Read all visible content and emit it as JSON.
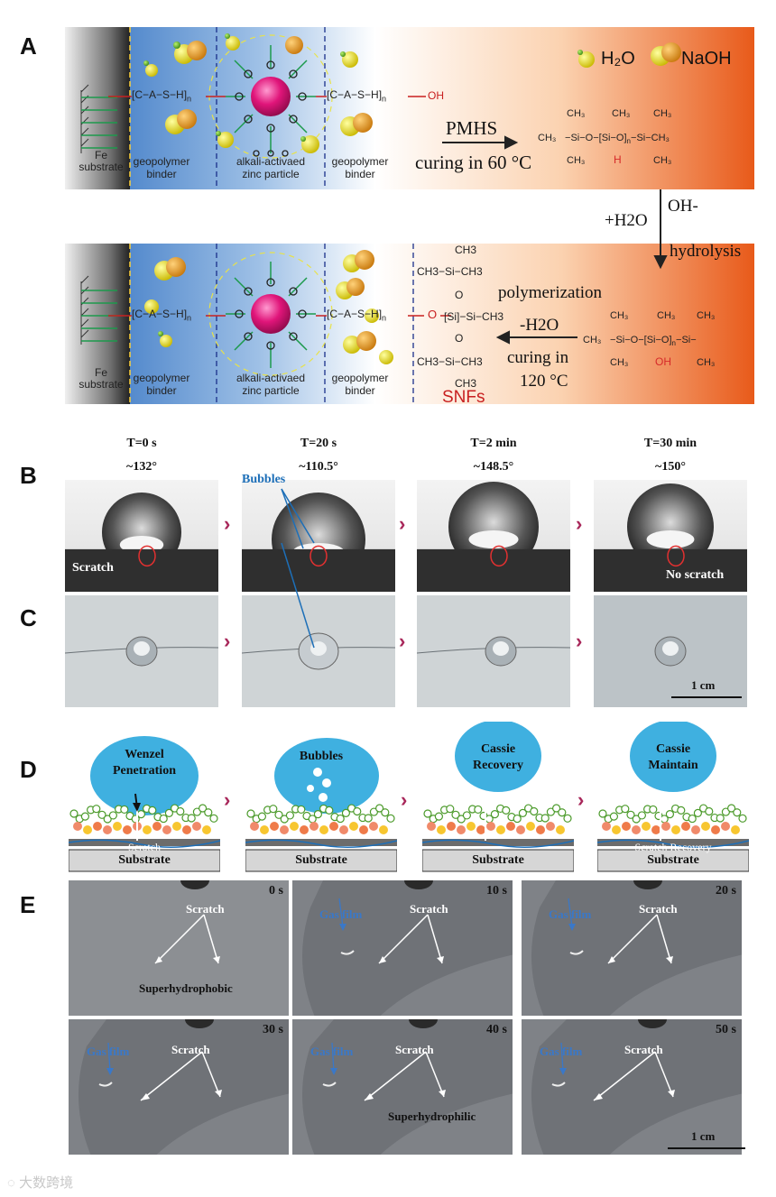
{
  "panels": {
    "a": "A",
    "b": "B",
    "c": "C",
    "d": "D",
    "e": "E"
  },
  "a_top": {
    "legend_water": "H₂O",
    "legend_naoh": "NaOH",
    "fe": "Fe",
    "substrate": "substrate",
    "geo": "geopolymer",
    "binder": "binder",
    "alkali": "alkali-activaed",
    "zinc": "zinc particle",
    "chain": "[C−A−S−H]",
    "n": "n",
    "oh": "OH",
    "pmhs": "PMHS",
    "curing60": "curing in 60 °C",
    "ch3": "CH₃",
    "si": "Si",
    "o": "O",
    "h": "H"
  },
  "a_mid": {
    "h2o": "+H2O",
    "ohm": "OH-",
    "hydrolysis": "hydrolysis"
  },
  "a_bottom": {
    "polymerization": "polymerization",
    "mh2o": "-H2O",
    "curing120a": "curing in",
    "curing120b": "120 °C",
    "snfs": "SNFs",
    "ch3": "CH3",
    "ch3si": "CH3−Si−CH3",
    "si_ch3": "−Si−CH3",
    "si": "Si",
    "oh_red": "OH",
    "o": "O"
  },
  "b": {
    "frames": [
      {
        "time": "T=0 s",
        "angle": "~132°"
      },
      {
        "time": "T=20 s",
        "angle": "~110.5°"
      },
      {
        "time": "T=2 min",
        "angle": "~148.5°"
      },
      {
        "time": "T=30 min",
        "angle": "~150°"
      }
    ],
    "scratch": "Scratch",
    "bubbles": "Bubbles",
    "no_scratch": "No scratch"
  },
  "c": {
    "scale": "1 cm"
  },
  "d": {
    "frames": [
      {
        "title1": "Wenzel",
        "title2": "Penetration",
        "bottom": "Scratch",
        "substrate": "Substrate"
      },
      {
        "title1": "Bubbles",
        "title2": "",
        "bottom": "",
        "substrate": "Substrate"
      },
      {
        "title1": "Cassie",
        "title2": "Recovery",
        "bottom": "",
        "substrate": "Substrate"
      },
      {
        "title1": "Cassie",
        "title2": "Maintain",
        "bottom": "Scratch Recovery",
        "substrate": "Substrate"
      }
    ]
  },
  "e": {
    "frames": [
      {
        "time": "0 s",
        "scratch": "Scratch",
        "gas": "",
        "state": "Superhydrophobic"
      },
      {
        "time": "10 s",
        "scratch": "Scratch",
        "gas": "Gas film",
        "state": ""
      },
      {
        "time": "20 s",
        "scratch": "Scratch",
        "gas": "Gas film",
        "state": ""
      },
      {
        "time": "30 s",
        "scratch": "Scratch",
        "gas": "Gas film",
        "state": ""
      },
      {
        "time": "40 s",
        "scratch": "Scratch",
        "gas": "Gas film",
        "state": "Superhydrophilic"
      },
      {
        "time": "50 s",
        "scratch": "Scratch",
        "gas": "Gas film",
        "state": ""
      }
    ],
    "scale": "1 cm"
  },
  "watermark": "大数跨境",
  "colors": {
    "blue_bg": "#6e9fd6",
    "orange_bg": "#ea6a2a",
    "drop_blue": "#3fb0e0",
    "magenta_arrow": "#a8275a",
    "red_text": "#d62a2a",
    "blue_text": "#1d6fb8"
  }
}
